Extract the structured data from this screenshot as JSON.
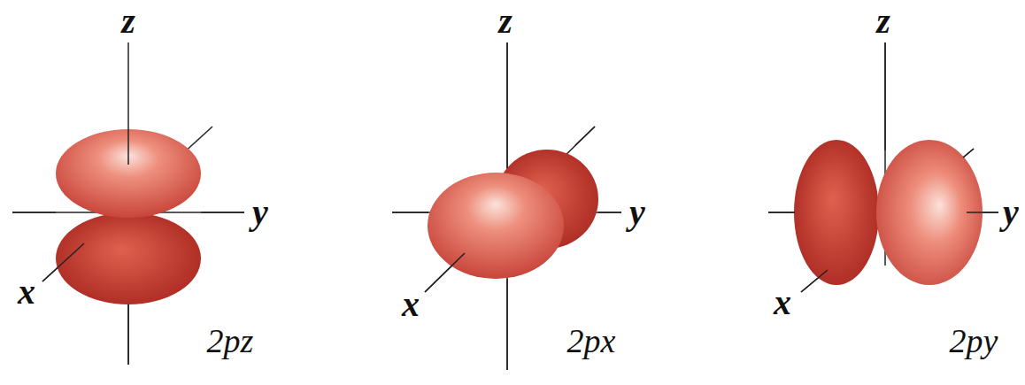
{
  "diagram": {
    "labels": [
      "z",
      "y",
      "x",
      "2pz",
      "z",
      "y",
      "x",
      "2px",
      "z",
      "y",
      "x",
      "2py"
    ]
  }
}
